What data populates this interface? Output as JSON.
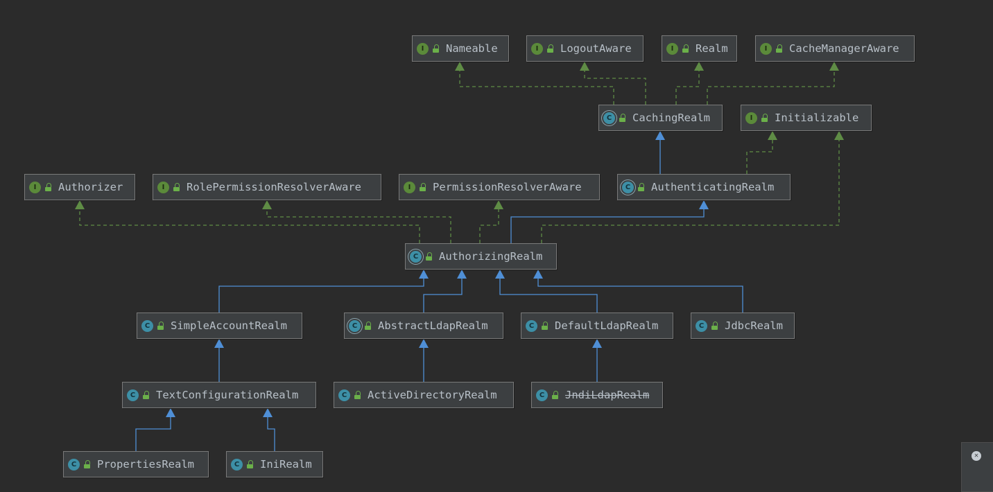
{
  "colors": {
    "background": "#2b2b2b",
    "implements_edge": "#5f8c45",
    "extends_edge": "#4f8fd6"
  },
  "icons": {
    "interface": "interface-icon",
    "class": "class-icon",
    "abstract": "abstract-class-icon",
    "visibility": "public-lock-icon"
  },
  "nodes": [
    {
      "id": "Nameable",
      "name": "Nameable",
      "kind": "interface",
      "deprecated": false
    },
    {
      "id": "LogoutAware",
      "name": "LogoutAware",
      "kind": "interface",
      "deprecated": false
    },
    {
      "id": "Realm",
      "name": "Realm",
      "kind": "interface",
      "deprecated": false
    },
    {
      "id": "CacheManagerAware",
      "name": "CacheManagerAware",
      "kind": "interface",
      "deprecated": false
    },
    {
      "id": "CachingRealm",
      "name": "CachingRealm",
      "kind": "abstract",
      "deprecated": false
    },
    {
      "id": "Initializable",
      "name": "Initializable",
      "kind": "interface",
      "deprecated": false
    },
    {
      "id": "Authorizer",
      "name": "Authorizer",
      "kind": "interface",
      "deprecated": false
    },
    {
      "id": "RolePermissionResolverAware",
      "name": "RolePermissionResolverAware",
      "kind": "interface",
      "deprecated": false
    },
    {
      "id": "PermissionResolverAware",
      "name": "PermissionResolverAware",
      "kind": "interface",
      "deprecated": false
    },
    {
      "id": "AuthenticatingRealm",
      "name": "AuthenticatingRealm",
      "kind": "abstract",
      "deprecated": false
    },
    {
      "id": "AuthorizingRealm",
      "name": "AuthorizingRealm",
      "kind": "abstract",
      "deprecated": false
    },
    {
      "id": "SimpleAccountRealm",
      "name": "SimpleAccountRealm",
      "kind": "class",
      "deprecated": false
    },
    {
      "id": "AbstractLdapRealm",
      "name": "AbstractLdapRealm",
      "kind": "abstract",
      "deprecated": false
    },
    {
      "id": "DefaultLdapRealm",
      "name": "DefaultLdapRealm",
      "kind": "class",
      "deprecated": false
    },
    {
      "id": "JdbcRealm",
      "name": "JdbcRealm",
      "kind": "class",
      "deprecated": false
    },
    {
      "id": "TextConfigurationRealm",
      "name": "TextConfigurationRealm",
      "kind": "class",
      "deprecated": false
    },
    {
      "id": "ActiveDirectoryRealm",
      "name": "ActiveDirectoryRealm",
      "kind": "class",
      "deprecated": false
    },
    {
      "id": "JndiLdapRealm",
      "name": "JndiLdapRealm",
      "kind": "class",
      "deprecated": true
    },
    {
      "id": "PropertiesRealm",
      "name": "PropertiesRealm",
      "kind": "class",
      "deprecated": false
    },
    {
      "id": "IniRealm",
      "name": "IniRealm",
      "kind": "class",
      "deprecated": false
    }
  ],
  "edges": [
    {
      "from": "CachingRealm",
      "to": "Nameable",
      "type": "implements"
    },
    {
      "from": "CachingRealm",
      "to": "LogoutAware",
      "type": "implements"
    },
    {
      "from": "CachingRealm",
      "to": "Realm",
      "type": "implements"
    },
    {
      "from": "CachingRealm",
      "to": "CacheManagerAware",
      "type": "implements"
    },
    {
      "from": "AuthenticatingRealm",
      "to": "CachingRealm",
      "type": "extends"
    },
    {
      "from": "AuthenticatingRealm",
      "to": "Initializable",
      "type": "implements"
    },
    {
      "from": "AuthorizingRealm",
      "to": "Authorizer",
      "type": "implements"
    },
    {
      "from": "AuthorizingRealm",
      "to": "RolePermissionResolverAware",
      "type": "implements"
    },
    {
      "from": "AuthorizingRealm",
      "to": "PermissionResolverAware",
      "type": "implements"
    },
    {
      "from": "AuthorizingRealm",
      "to": "AuthenticatingRealm",
      "type": "extends"
    },
    {
      "from": "AuthorizingRealm",
      "to": "Initializable",
      "type": "implements"
    },
    {
      "from": "SimpleAccountRealm",
      "to": "AuthorizingRealm",
      "type": "extends"
    },
    {
      "from": "AbstractLdapRealm",
      "to": "AuthorizingRealm",
      "type": "extends"
    },
    {
      "from": "DefaultLdapRealm",
      "to": "AuthorizingRealm",
      "type": "extends"
    },
    {
      "from": "JdbcRealm",
      "to": "AuthorizingRealm",
      "type": "extends"
    },
    {
      "from": "TextConfigurationRealm",
      "to": "SimpleAccountRealm",
      "type": "extends"
    },
    {
      "from": "ActiveDirectoryRealm",
      "to": "AbstractLdapRealm",
      "type": "extends"
    },
    {
      "from": "JndiLdapRealm",
      "to": "DefaultLdapRealm",
      "type": "extends"
    },
    {
      "from": "PropertiesRealm",
      "to": "TextConfigurationRealm",
      "type": "extends"
    },
    {
      "from": "IniRealm",
      "to": "TextConfigurationRealm",
      "type": "extends"
    }
  ]
}
